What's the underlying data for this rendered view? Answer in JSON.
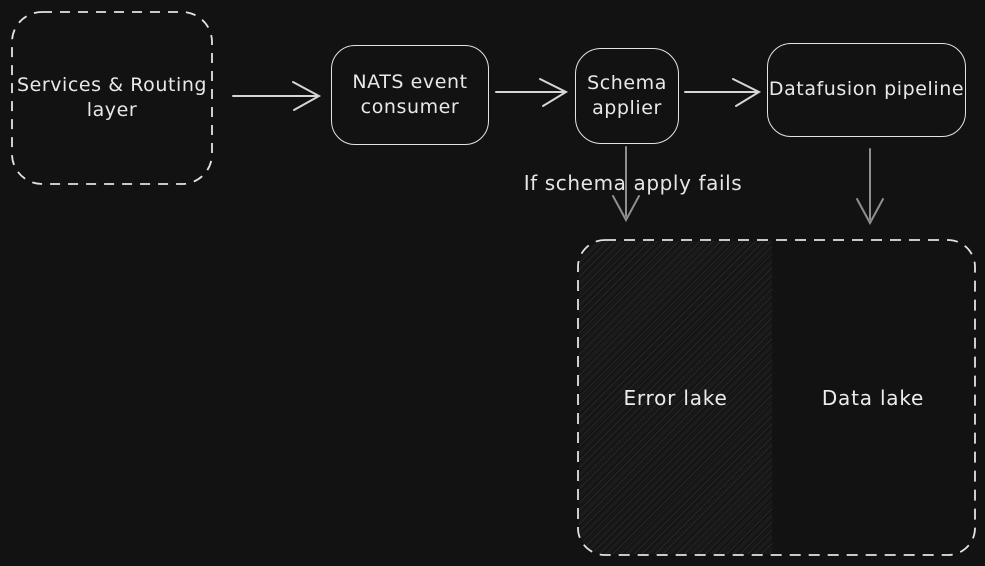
{
  "diagram": {
    "nodes": {
      "services": {
        "lines": [
          "Services & Routing",
          "layer"
        ]
      },
      "nats": {
        "lines": [
          "NATS event",
          "consumer"
        ]
      },
      "schema": {
        "lines": [
          "Schema",
          "applier"
        ]
      },
      "datafusion": {
        "label": "Datafusion pipeline"
      },
      "error_lake": {
        "label": "Error lake"
      },
      "data_lake": {
        "label": "Data lake"
      }
    },
    "edges": {
      "schema_fail_label": "If schema apply fails"
    },
    "icons": {
      "flow_arrows": "right-arrow-icon",
      "drop_arrows": "down-arrow-icon"
    },
    "colors": {
      "background": "#121212",
      "stroke": "#e8e8e8",
      "arrow": "#d6d6d6",
      "arrow_muted": "#8f8f8f",
      "hatch_base": "#191919"
    }
  }
}
